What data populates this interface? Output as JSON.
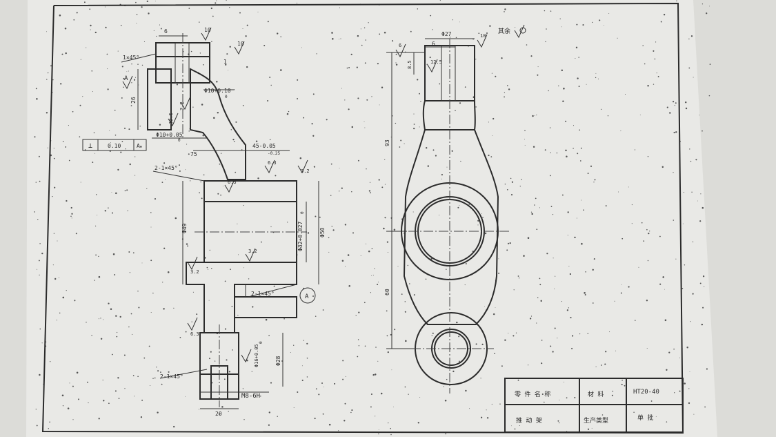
{
  "drawing": {
    "title_block": {
      "row1": [
        "零 件 名 称",
        "材 料",
        "HT20-40"
      ],
      "row2": [
        "推 动 架",
        "生产类型",
        "单 批"
      ]
    },
    "roughness_other": "其余",
    "section_label": "A",
    "front_view": {
      "chamfer_top": "1×45°",
      "dim_6": "6",
      "ra_10_top": "10",
      "ra_10_right": "10",
      "dim_1": "1",
      "datum_A": "A",
      "dim_26": "26",
      "ra_3_2": "3.2",
      "ra_12_5": "12.5",
      "hole_top": "Φ10+0.10",
      "hole_top_tol": "0",
      "hole_mid": "Φ10+0.05",
      "hole_mid_tol": "0",
      "tol_perp": "⊥",
      "tol_value": "0.10",
      "tol_datum": "A",
      "dim_75": "75",
      "dim_45": "45-0.05",
      "dim_45_tol": "-0.25",
      "chamfer_mid": "2-1×45°",
      "ra_6_3": "6.3",
      "ra_3_2b": "3.2",
      "ra_6_3b": "6.3",
      "dim_phi_left": "Φ49",
      "bore": "Φ32+0.027",
      "bore_tol": "0",
      "dim_phi50": "Φ50",
      "ra_3_2c": "3.2",
      "ra_3_2d": "3.2",
      "chamfer_low": "2-1×45°",
      "ra_6_3c": "6.3",
      "dim_phi16": "Φ16+0.05",
      "dim_phi16_tol": "0",
      "dim_phi28": "Φ28",
      "chamfer_bot": "2-1×45°",
      "thread": "M8-6H",
      "dim_20": "20"
    },
    "side_view": {
      "dim_phi27": "Φ27",
      "dim_6": "6",
      "ra_6": "6",
      "ra_10": "10",
      "dim_8_5": "8.5",
      "ra_12_5": "12.5",
      "dim_93": "93",
      "dim_60": "60"
    }
  }
}
